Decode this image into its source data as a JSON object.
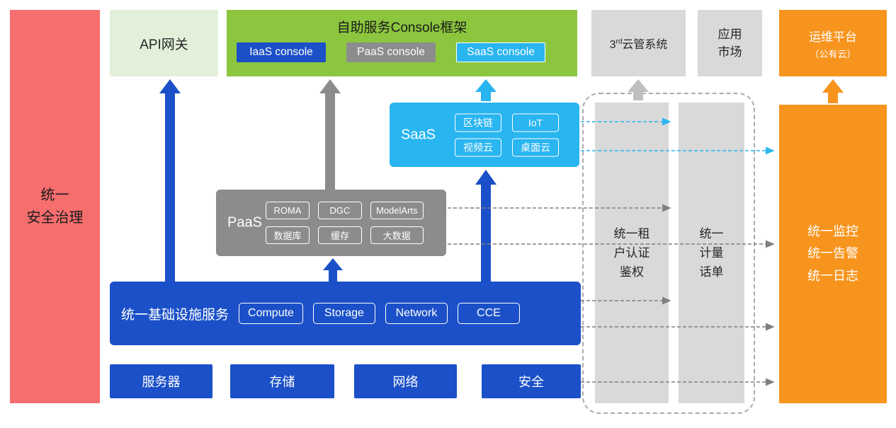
{
  "colors": {
    "red": "#F66E6E",
    "light_green": "#E2F0D9",
    "green": "#8CC63F",
    "blue": "#1B50C8",
    "gray": "#8C8C8C",
    "light_gray": "#D9D9D9",
    "cyan": "#29B5F0",
    "orange": "#F7941D"
  },
  "security_bar": {
    "label": "统一\n安全治理"
  },
  "api_gateway": {
    "label": "API网关"
  },
  "console_frame": {
    "title": "自助服务Console框架",
    "iaas_button": "IaaS console",
    "paas_button": "PaaS console",
    "saas_button": "SaaS console"
  },
  "third_cms": {
    "base": "3",
    "sup": "rd",
    "rest": "云管系统"
  },
  "app_market": {
    "label": "应用\n市场"
  },
  "om_platform": {
    "line1": "运维平台",
    "line2": "（公有云）"
  },
  "saas": {
    "label": "SaaS",
    "chips": [
      "区块链",
      "IoT",
      "视频云",
      "桌面云"
    ]
  },
  "paas": {
    "label": "PaaS",
    "chips": [
      "ROMA",
      "DGC",
      "ModelArts",
      "数据库",
      "缓存",
      "大数据"
    ]
  },
  "iaas": {
    "label": "统一基础设施服务",
    "chips": [
      "Compute",
      "Storage",
      "Network",
      "CCE"
    ]
  },
  "foundation": {
    "items": [
      "服务器",
      "存储",
      "网络",
      "安全"
    ]
  },
  "right_panel": {
    "tenant_auth": {
      "label": "统一租\n户认证\n鉴权"
    },
    "metering": {
      "label": "统一\n计量\n话单"
    },
    "monitoring": {
      "label": "统一监控\n统一告警\n统一日志"
    }
  }
}
